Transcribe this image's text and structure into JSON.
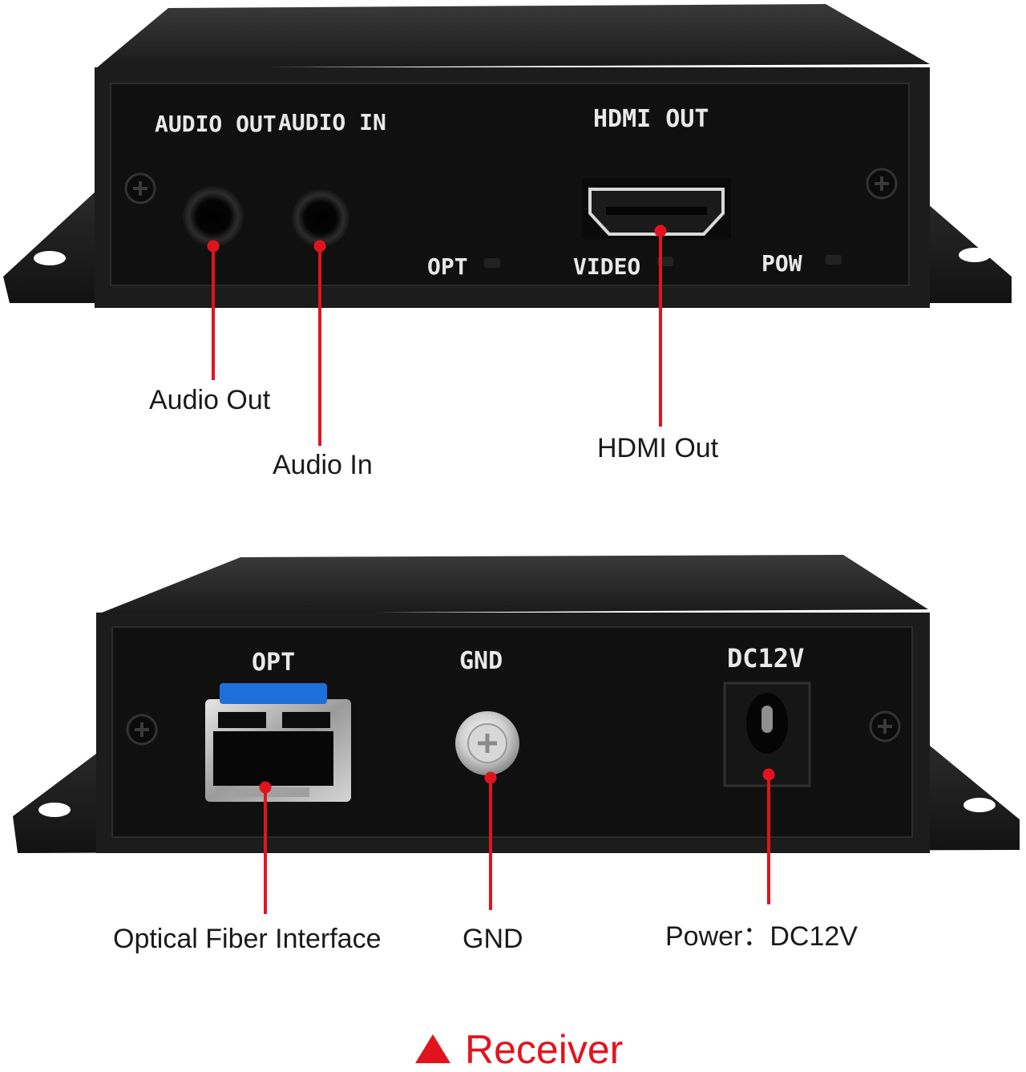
{
  "colors": {
    "accent_red": "#e1141e",
    "device_body": "#1c1c1c",
    "panel_face": "#101010",
    "label_text": "#1a1a1a",
    "sfp_blue": "#1d6fd9"
  },
  "top_device": {
    "panel_labels": {
      "audio_out": "AUDIO OUT",
      "audio_in": "AUDIO IN",
      "hdmi_out": "HDMI OUT",
      "opt_led": "OPT",
      "video_led": "VIDEO",
      "pow_led": "POW"
    },
    "callouts": {
      "audio_out": "Audio Out",
      "audio_in": "Audio In",
      "hdmi_out": "HDMI Out"
    }
  },
  "bottom_device": {
    "panel_labels": {
      "opt": "OPT",
      "gnd": "GND",
      "dc12v": "DC12V"
    },
    "callouts": {
      "optical_fiber": "Optical Fiber Interface",
      "gnd": "GND",
      "power": "Power：DC12V"
    }
  },
  "caption": {
    "icon": "triangle-up-icon",
    "text": "Receiver"
  }
}
